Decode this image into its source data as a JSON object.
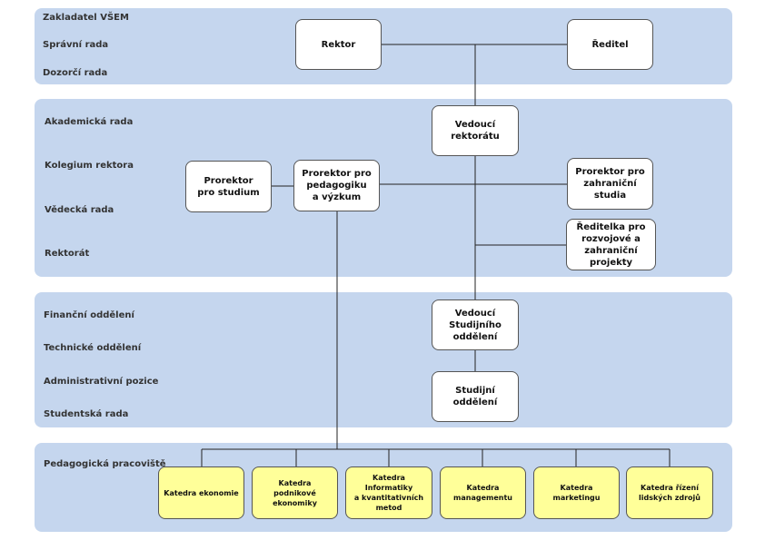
{
  "bands": {
    "governance": [
      "Zakladatel VŠEM",
      "Správní rada",
      "Dozorčí rada"
    ],
    "academic": [
      "Akademická rada",
      "Kolegium rektora",
      "Vědecká rada",
      "Rektorát"
    ],
    "admin": [
      "Finanční oddělení",
      "Technické oddělení",
      "Administrativní pozice",
      "Studentská rada"
    ],
    "pedagogical": [
      "Pedagogická pracoviště"
    ]
  },
  "nodes": {
    "rektor": "Rektor",
    "reditel": "Ředitel",
    "vedouci_rektoratu": "Vedoucí\nrektorátu",
    "prorektor_studium": "Prorektor\npro studium",
    "prorektor_pedagogiku": "Prorektor pro\npedagogiku\na výzkum",
    "prorektor_zahranicni": "Prorektor pro\nzahraniční\nstudia",
    "reditelka_projekty": "Ředitelka pro\nrozvojové a\nzahraniční projekty",
    "vedouci_studijniho": "Vedoucí\nStudijního\noddělení",
    "studijni_oddeleni": "Studijní\noddělení"
  },
  "departments": [
    "Katedra ekonomie",
    "Katedra\npodnikové\nekonomiky",
    "Katedra\nInformatiky\na kvantitativních\nmetod",
    "Katedra\nmanagementu",
    "Katedra\nmarketingu",
    "Katedra řízení\nlidských zdrojů"
  ],
  "colors": {
    "band": "#c5d6ee",
    "department": "#ffff99",
    "box_border": "#555555"
  }
}
